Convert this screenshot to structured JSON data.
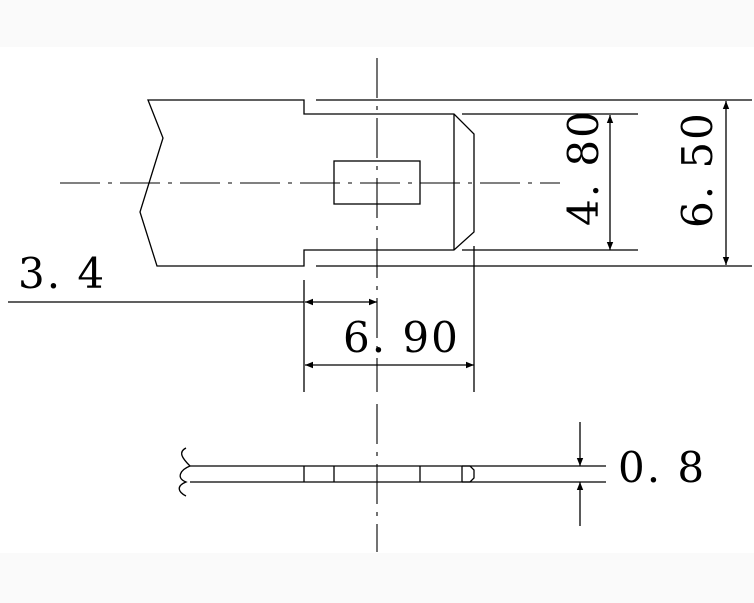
{
  "drawing": {
    "line_color": "#000000",
    "background": "#ffffff",
    "margin_band_color": "#fafafa",
    "dimensions": {
      "offset_left": "3. 4",
      "length": "6. 90",
      "inner_width": "4. 80",
      "outer_width": "6. 50",
      "thickness": "0. 8"
    }
  }
}
